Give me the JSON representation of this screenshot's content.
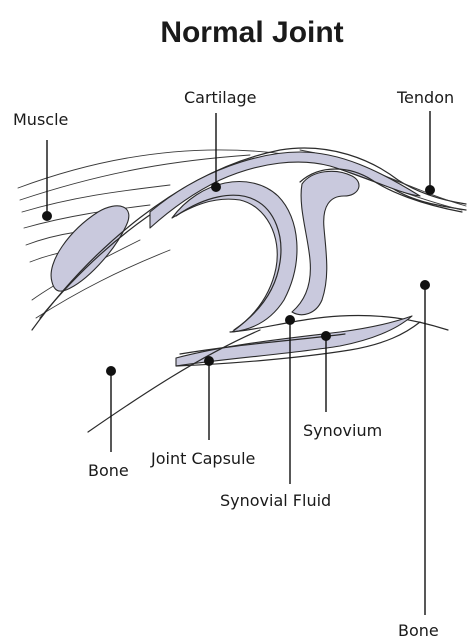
{
  "title": "Normal Joint",
  "labels": {
    "muscle": "Muscle",
    "cartilage": "Cartilage",
    "tendon": "Tendon",
    "bone_left": "Bone",
    "joint_capsule": "Joint Capsule",
    "synovium": "Synovium",
    "synovial_fluid": "Synovial Fluid",
    "bone_right": "Bone"
  },
  "colors": {
    "tissue_fill": "#c9c9dd",
    "outline": "#2b2b2b",
    "background": "#ffffff"
  }
}
